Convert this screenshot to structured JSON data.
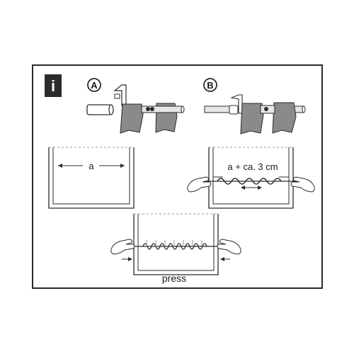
{
  "info_icon": {
    "name": "info-icon",
    "glyph": "i"
  },
  "step_a": {
    "label": "A"
  },
  "step_b": {
    "label": "B"
  },
  "panel_measure": {
    "label": "a"
  },
  "panel_stretch": {
    "label": "a + ca. 3 cm"
  },
  "panel_press": {
    "label": "press"
  },
  "colors": {
    "line": "#2b2b2b",
    "fabric": "#8a8a8a",
    "fabric_light": "#bdbdbd",
    "rod": "#e6e6e6"
  }
}
